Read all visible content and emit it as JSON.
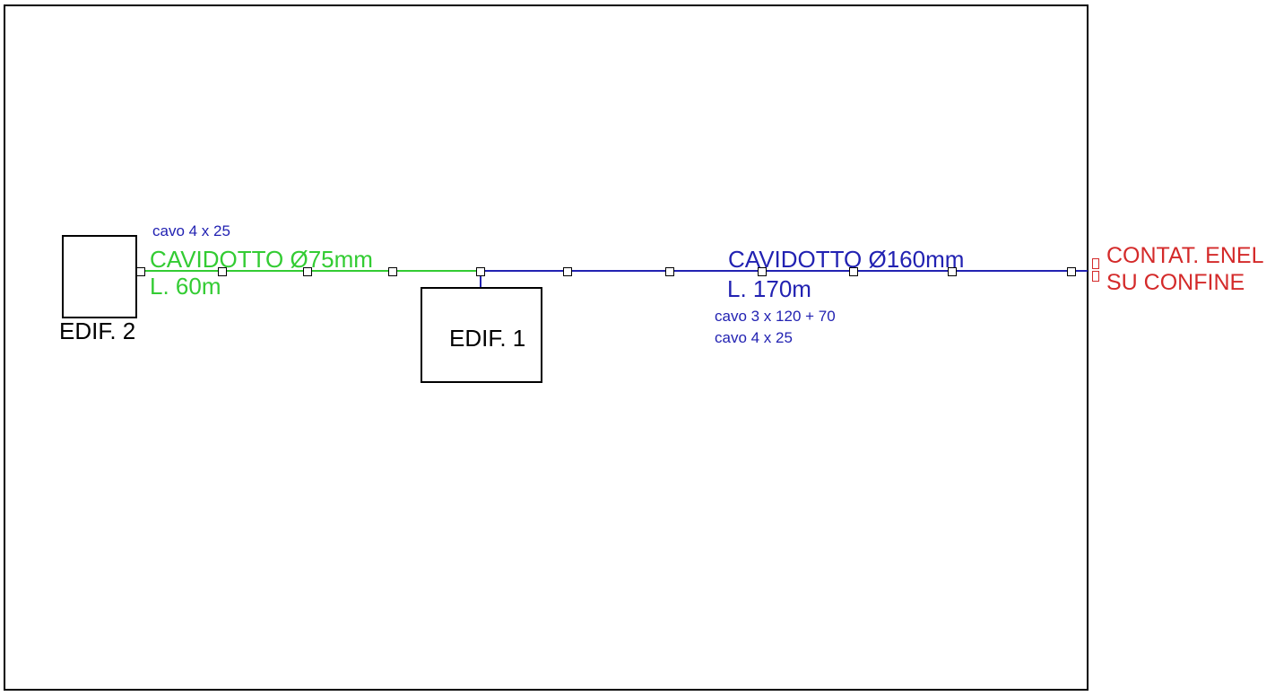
{
  "colors": {
    "border": "#000000",
    "green_conduit": "#33CC33",
    "blue_conduit": "#2222B2",
    "red_endpoint": "#D42A2A",
    "background": "#FFFFFF"
  },
  "buildings": [
    {
      "label": "EDIF. 2"
    },
    {
      "label": "EDIF. 1"
    }
  ],
  "green_run": {
    "cable_label": "cavo 4 x 25",
    "title": "CAVIDOTTO Ø75mm",
    "length_label": "L. 60m"
  },
  "blue_run": {
    "title": "CAVIDOTTO Ø160mm",
    "length_label": "L. 170m",
    "cable_labels": [
      "cavo 3 x 120 + 70",
      "cavo 4 x 25"
    ]
  },
  "endpoint": {
    "label_line1": "CONTAT. ENEL",
    "label_line2": "SU CONFINE"
  }
}
